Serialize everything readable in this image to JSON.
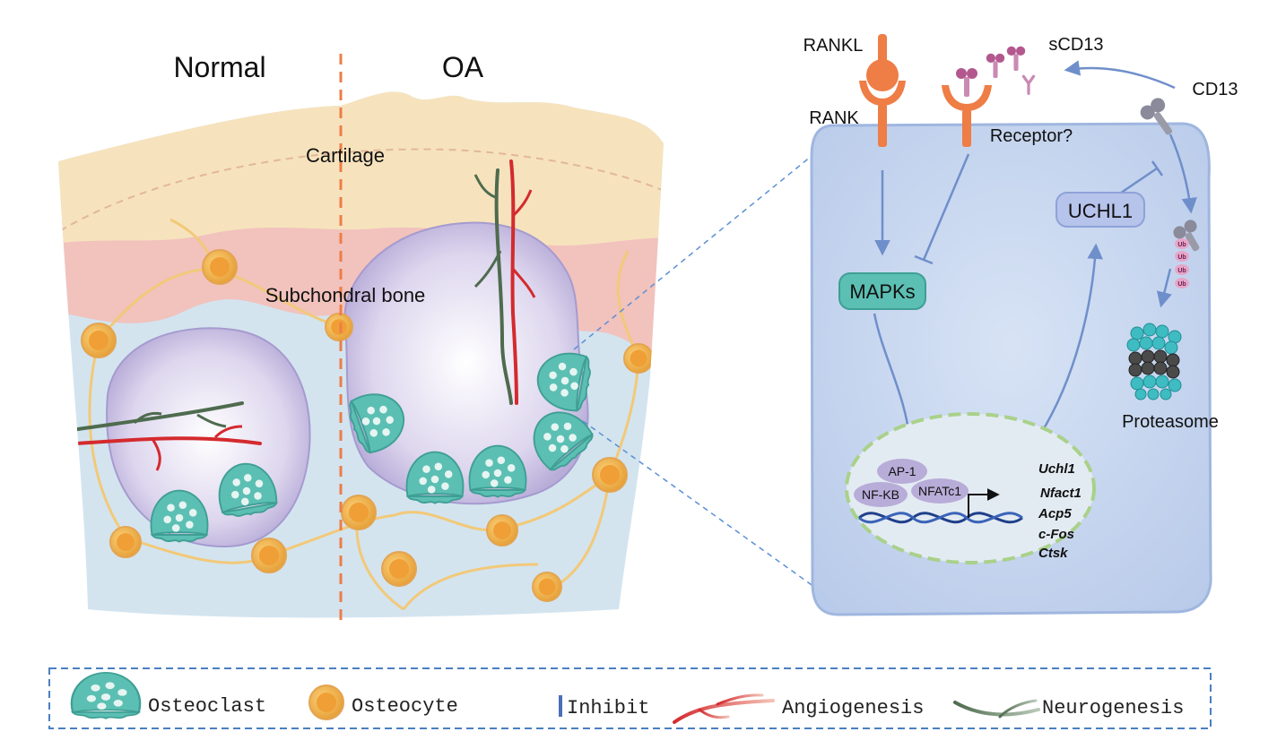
{
  "left_panel": {
    "normal_label": "Normal",
    "oa_label": "OA",
    "cartilage_label": "Cartilage",
    "subchondral_label": "Subchondral bone"
  },
  "cell_panel": {
    "rankl": "RANKL",
    "rank": "RANK",
    "scd13": "sCD13",
    "cd13": "CD13",
    "receptor": "Receptor?",
    "uchl1": "UCHL1",
    "mapks": "MAPKs",
    "proteasome": "Proteasome",
    "ub_tags": [
      "Ub",
      "Ub",
      "Ub",
      "Ub"
    ],
    "tfs": {
      "ap1": "AP-1",
      "nfkb": "NF-KB",
      "nfatc1": "NFATc1"
    },
    "genes": [
      "Uchl1",
      "Nfact1",
      "Acp5",
      "c-Fos",
      "Ctsk"
    ]
  },
  "legend": {
    "osteoclast": "Osteoclast",
    "osteocyte": "Osteocyte",
    "inhibit": "Inhibit",
    "angiogenesis": "Angiogenesis",
    "neurogenesis": "Neurogenesis"
  },
  "colors": {
    "cartilage": "#f6e3bd",
    "subchondral_pink": "#f2c2bd",
    "bone": "#d3e4ef",
    "osteoclast": "#5cbfb3",
    "osteocyte": "#f4b94f",
    "angiogenesis": "#d42a2e",
    "neurogenesis": "#4e6b4e",
    "cell": "#c2d3ee",
    "arrow": "#6f8fca",
    "rank": "#ee7d46"
  }
}
